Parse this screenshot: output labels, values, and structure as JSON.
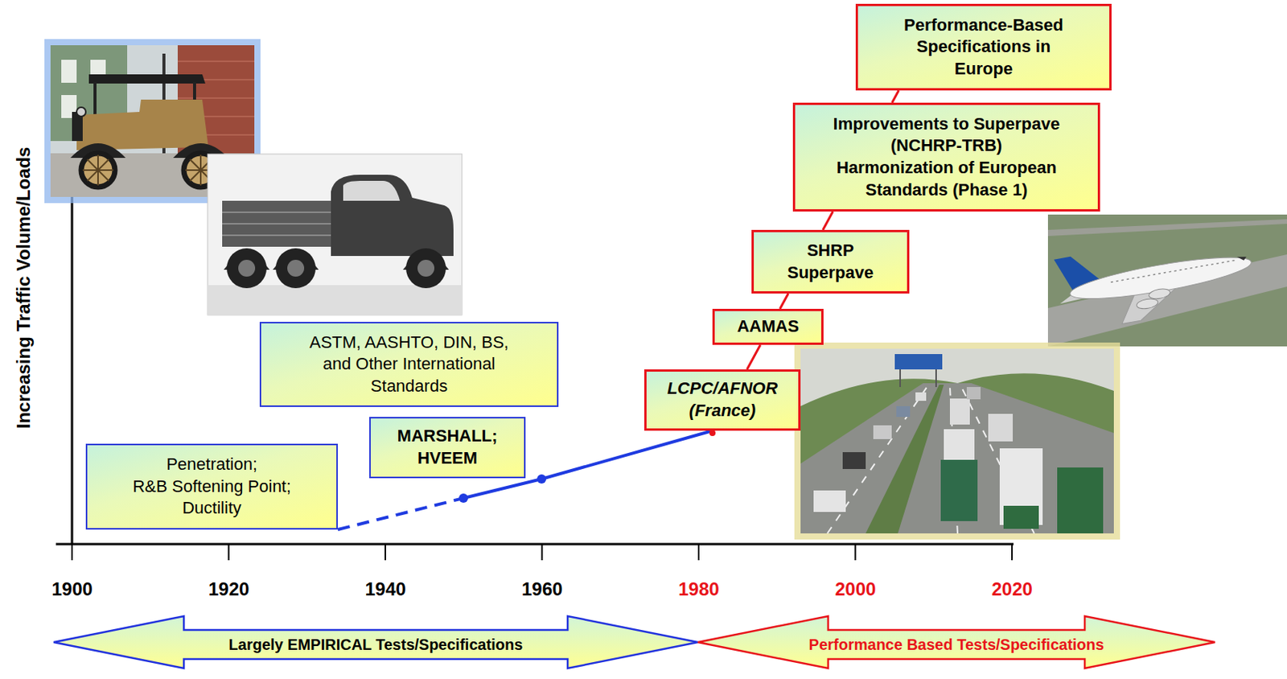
{
  "diagram": {
    "nodes": [
      {
        "text": [
          "Penetration;",
          "R&B Softening Point;",
          "Ductility"
        ]
      },
      {
        "text": [
          "MARSHALL;",
          "HVEEM"
        ]
      },
      {
        "text": [
          "ASTM, AASHTO, DIN, BS, and Other International Standards"
        ]
      },
      {
        "text": [
          "LCPC/AFNOR (France)"
        ]
      },
      {
        "text": [
          "AAMAS"
        ]
      },
      {
        "text": [
          "SHRP Superpave"
        ]
      },
      {
        "text": [
          "Improvements to Superpave (NCHRP-TRB)",
          "Harmonization of European Standards (Phase 1)"
        ]
      },
      {
        "text": [
          "Performance-Based Specifications in Europe"
        ]
      },
      {
        "text": [
          "Largely EMPIRICAL Tests/Specifications"
        ]
      },
      {
        "text": [
          "Performance Based Tests/Specifications"
        ]
      }
    ],
    "edges": [
      {
        "from": 0,
        "to": 3,
        "arrow": "none"
      },
      {
        "from": 3,
        "to": 4,
        "arrow": "none"
      },
      {
        "from": 4,
        "to": 5,
        "arrow": "none"
      },
      {
        "from": 5,
        "to": 6,
        "arrow": "none"
      },
      {
        "from": 6,
        "to": 7,
        "arrow": "none"
      }
    ],
    "labels": [
      "Increasing Traffic Volume/Loads",
      "1900",
      "1920",
      "1940",
      "1960",
      "1980",
      "2000",
      "2020"
    ]
  }
}
